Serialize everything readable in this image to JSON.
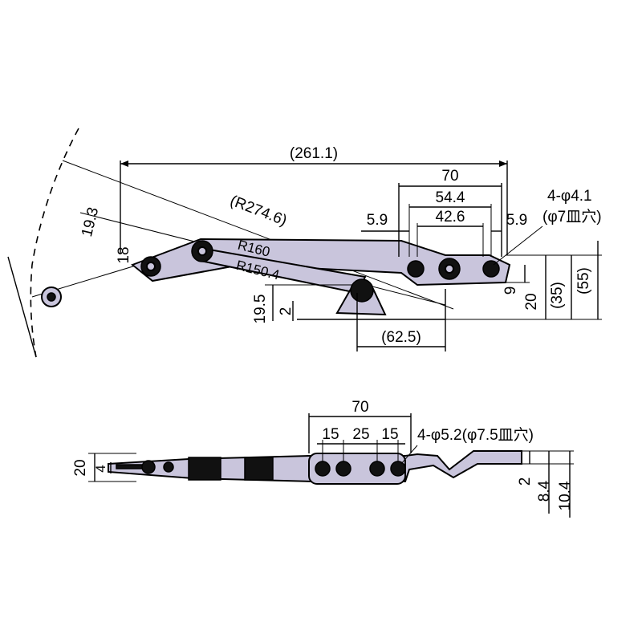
{
  "top_view": {
    "overall_length": "(261.1)",
    "radius_large": "(R274.6)",
    "radius_mid_1": "R160",
    "radius_mid_2": "R150.4",
    "angle_offset": "19.3",
    "left_thickness": "18",
    "mount_width": "70",
    "hole_pitch_outer": "54.4",
    "hole_pitch_inner": "42.6",
    "edge_left": "5.9",
    "edge_right": "5.9",
    "hole_spec": "4-φ4.1",
    "countersink_spec": "(φ7皿穴)",
    "height_9": "9",
    "height_20": "20",
    "height_35": "(35)",
    "height_55": "(55)",
    "pivot_height": "19.5",
    "base_thickness": "2",
    "base_offset": "(62.5)"
  },
  "side_view": {
    "mount_width": "70",
    "pitch_1": "15",
    "pitch_2": "25",
    "pitch_3": "15",
    "hole_spec": "4-φ5.2(φ7.5皿穴)",
    "left_height": "20",
    "left_thickness": "4",
    "thickness_2": "2",
    "height_8_4": "8.4",
    "height_10_4": "10.4"
  }
}
